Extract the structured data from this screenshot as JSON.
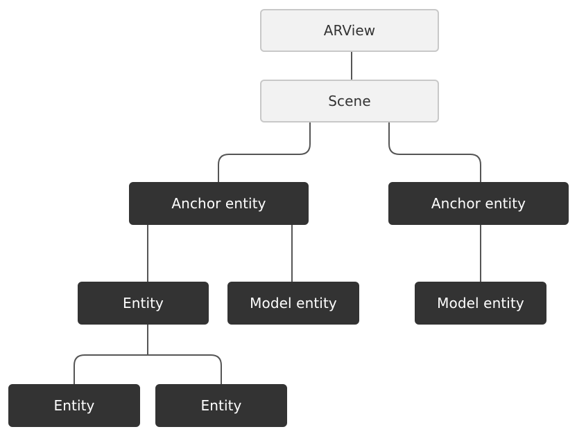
{
  "diagram": {
    "nodes": {
      "arview": "ARView",
      "scene": "Scene",
      "anchor_entity_1": "Anchor entity",
      "anchor_entity_2": "Anchor entity",
      "entity_1": "Entity",
      "model_entity_1": "Model entity",
      "model_entity_2": "Model entity",
      "entity_2": "Entity",
      "entity_3": "Entity"
    },
    "edges": [
      [
        "arview",
        "scene"
      ],
      [
        "scene",
        "anchor_entity_1"
      ],
      [
        "scene",
        "anchor_entity_2"
      ],
      [
        "anchor_entity_1",
        "entity_1"
      ],
      [
        "anchor_entity_1",
        "model_entity_1"
      ],
      [
        "anchor_entity_2",
        "model_entity_2"
      ],
      [
        "entity_1",
        "entity_2"
      ],
      [
        "entity_1",
        "entity_3"
      ]
    ],
    "colors": {
      "light_fill": "#f2f2f2",
      "light_border": "#c8c8c8",
      "dark_fill": "#333333",
      "connector": "#555555"
    }
  }
}
